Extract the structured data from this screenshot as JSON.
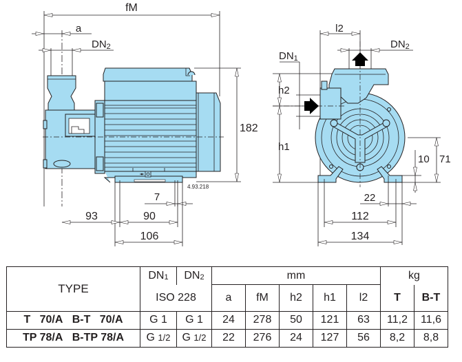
{
  "drawing": {
    "colors": {
      "body": "#a6dcf2",
      "line": "#231f20",
      "arrow": "#000000"
    },
    "side_view": {
      "labels": {
        "fM": "fM",
        "a": "a",
        "DN2": "DN",
        "DN2_sub": "2",
        "height_182": "182",
        "dim_93": "93",
        "dim_90": "90",
        "dim_106": "106",
        "dim_7": "7",
        "ref_code": "4.93.218"
      }
    },
    "front_view": {
      "labels": {
        "l2": "l2",
        "DN2": "DN",
        "DN2_sub": "2",
        "DN1": "DN",
        "DN1_sub": "1",
        "h2": "h2",
        "h1": "h1",
        "dim_10": "10",
        "dim_71": "71",
        "dim_22": "22",
        "dim_112": "112",
        "dim_134": "134"
      }
    }
  },
  "table": {
    "type_header": "TYPE",
    "dn1_header": "DN",
    "dn1_sub": "1",
    "dn2_header": "DN",
    "dn2_sub": "2",
    "iso_label": "ISO 228",
    "mm_header": "mm",
    "kg_header": "kg",
    "mm_columns": [
      "a",
      "fM",
      "h2",
      "h1",
      "l2"
    ],
    "kg_columns": [
      "T",
      "B-T"
    ],
    "rows": [
      {
        "type_a": "T   70/A",
        "type_b": "B-T   70/A",
        "dn1_main": "G 1",
        "dn1_frac": "",
        "dn2_main": "G 1",
        "dn2_frac": "",
        "a": "24",
        "fM": "278",
        "h2": "50",
        "h1": "121",
        "l2": "63",
        "kg_T": "11,2",
        "kg_BT": "11,6"
      },
      {
        "type_a": "TP 78/A",
        "type_b": "B-TP 78/A",
        "dn1_main": "G ",
        "dn1_frac": "1/2",
        "dn2_main": "G ",
        "dn2_frac": "1/2",
        "a": "22",
        "fM": "276",
        "h2": "24",
        "h1": "127",
        "l2": "56",
        "kg_T": "8,2",
        "kg_BT": "8,8"
      }
    ]
  }
}
